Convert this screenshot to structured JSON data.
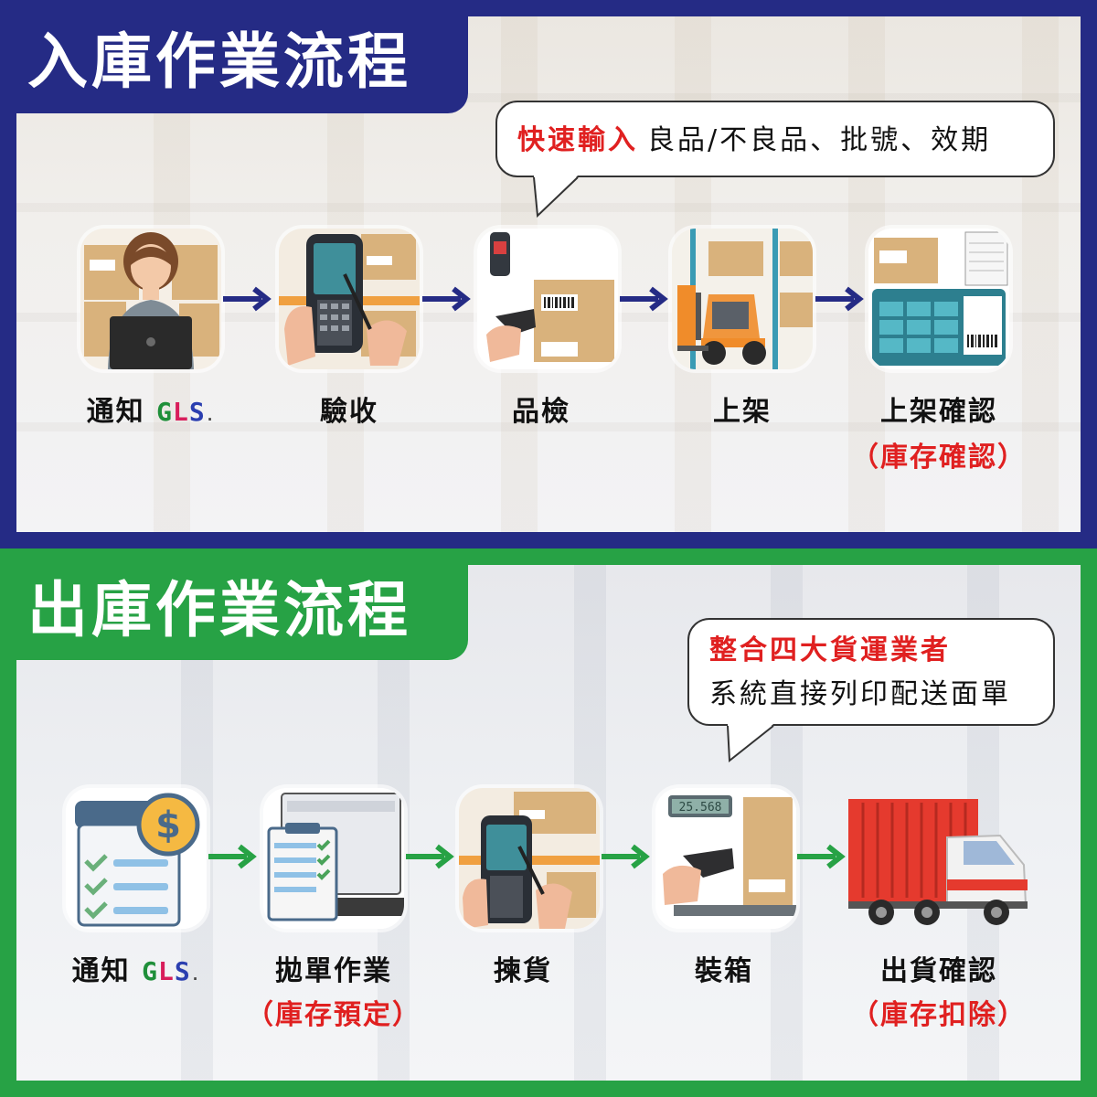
{
  "inbound": {
    "title": "入庫作業流程",
    "bubble": {
      "highlight": "快速輸入",
      "text": "良品/不良品、批號、效期"
    },
    "steps": [
      {
        "label": "通知",
        "brand": "GLS"
      },
      {
        "label": "驗收"
      },
      {
        "label": "品檢"
      },
      {
        "label": "上架"
      },
      {
        "label": "上架確認",
        "sub": "（庫存確認）"
      }
    ],
    "colors": {
      "frame": "#252b85",
      "arrow": "#252b85"
    }
  },
  "outbound": {
    "title": "出庫作業流程",
    "bubble": {
      "highlight": "整合四大貨運業者",
      "text": "系統直接列印配送面單"
    },
    "steps": [
      {
        "label": "通知",
        "brand": "GLS"
      },
      {
        "label": "拋單作業",
        "sub": "（庫存預定）"
      },
      {
        "label": "揀貨"
      },
      {
        "label": "裝箱"
      },
      {
        "label": "出貨確認",
        "sub": "（庫存扣除）"
      }
    ],
    "colors": {
      "frame": "#27a245",
      "arrow": "#27a245"
    }
  },
  "scale_reading": "25.568",
  "colors": {
    "highlight": "#e02020",
    "text": "#111111"
  }
}
